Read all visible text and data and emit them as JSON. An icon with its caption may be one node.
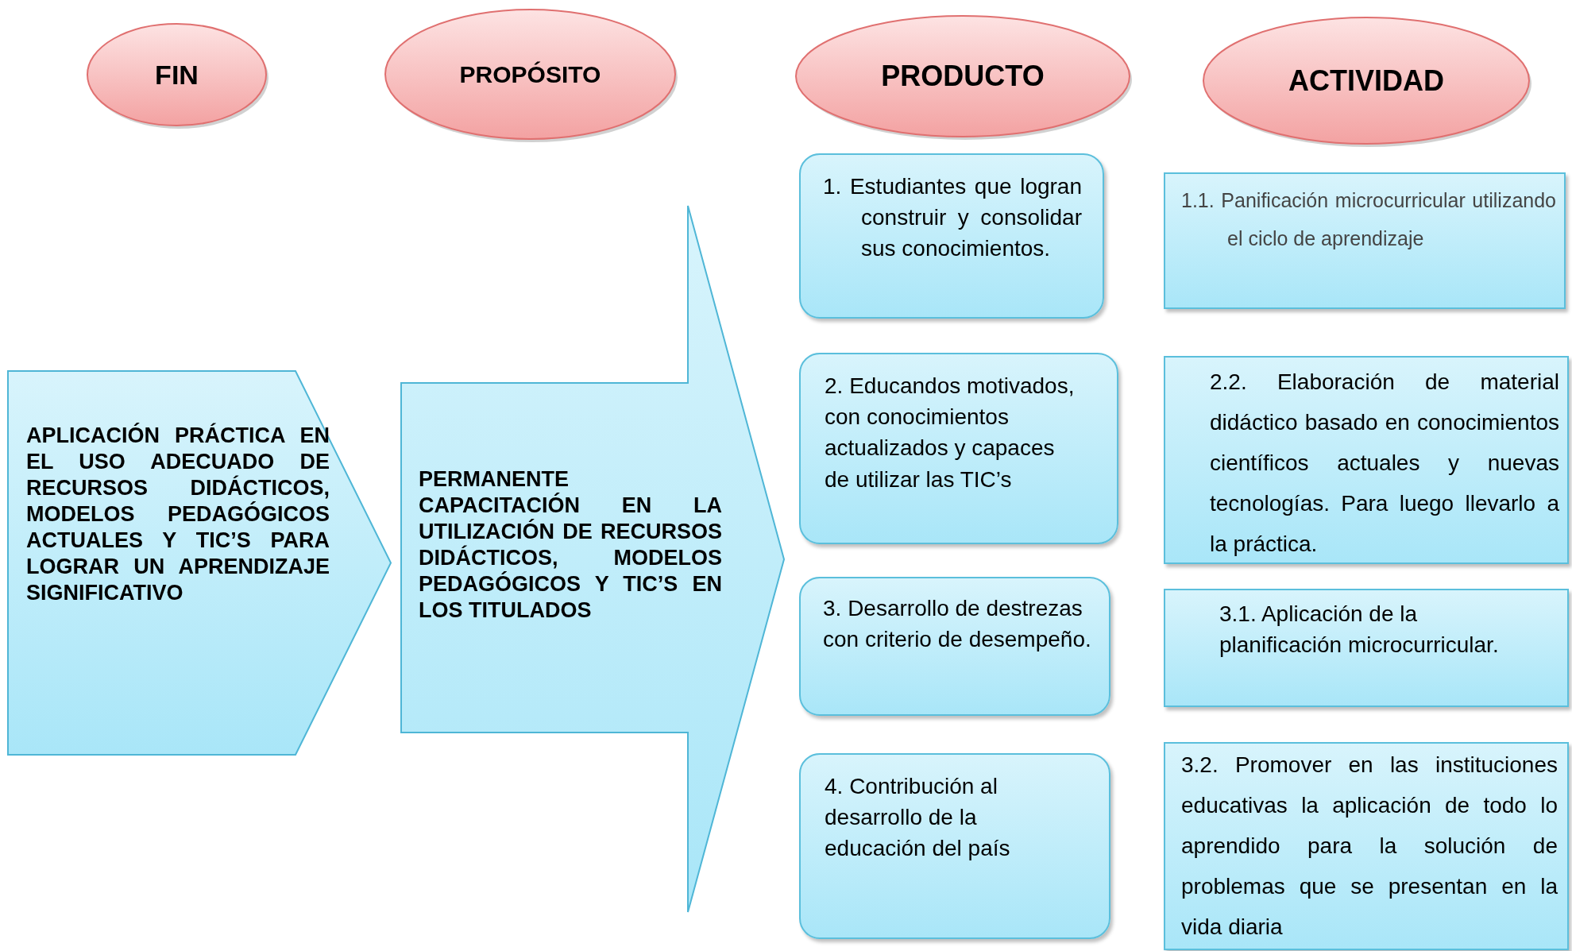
{
  "diagram": {
    "nodes": [
      {
        "text": [
          "FIN"
        ]
      },
      {
        "text": [
          "PROPÓSITO"
        ]
      },
      {
        "text": [
          "PRODUCTO"
        ]
      },
      {
        "text": [
          "ACTIVIDAD"
        ]
      },
      {
        "text": [
          "APLICACIÓN PRÁCTICA EN EL USO ADECUADO DE RECURSOS DIDÁCTICOS, MODELOS PEDAGÓGICOS ACTUALES Y TIC’S PARA LOGRAR UN APRENDIZAJE SIGNIFICATIVO"
        ]
      },
      {
        "text": [
          "PERMANENTE CAPACITACIÓN EN LA UTILIZACIÓN DE RECURSOS DIDÁCTICOS, MODELOS PEDAGÓGICOS Y TIC’S EN LOS TITULADOS"
        ]
      },
      {
        "text": [
          "1. Estudiantes que logran construir y consolidar sus conocimientos."
        ]
      },
      {
        "text": [
          "2. Educandos motivados, con conocimientos actualizados y capaces de utilizar las TIC’s"
        ]
      },
      {
        "text": [
          "3. Desarrollo de destrezas con criterio de desempeño."
        ]
      },
      {
        "text": [
          "4. Contribución al desarrollo de la educación del país"
        ]
      },
      {
        "text": [
          "1.1. Panificación microcurricular utilizando el ciclo de aprendizaje"
        ]
      },
      {
        "text": [
          "2.2. Elaboración de material didáctico basado en conocimientos científicos actuales y nuevas tecnologías. Para luego llevarlo a la práctica."
        ]
      },
      {
        "text": [
          "3.1. Aplicación de la planificación microcurricular."
        ]
      },
      {
        "text": [
          "3.2. Promover en las instituciones educativas la aplicación de todo lo aprendido para la solución de problemas que se presentan en la vida diaria"
        ]
      }
    ]
  }
}
